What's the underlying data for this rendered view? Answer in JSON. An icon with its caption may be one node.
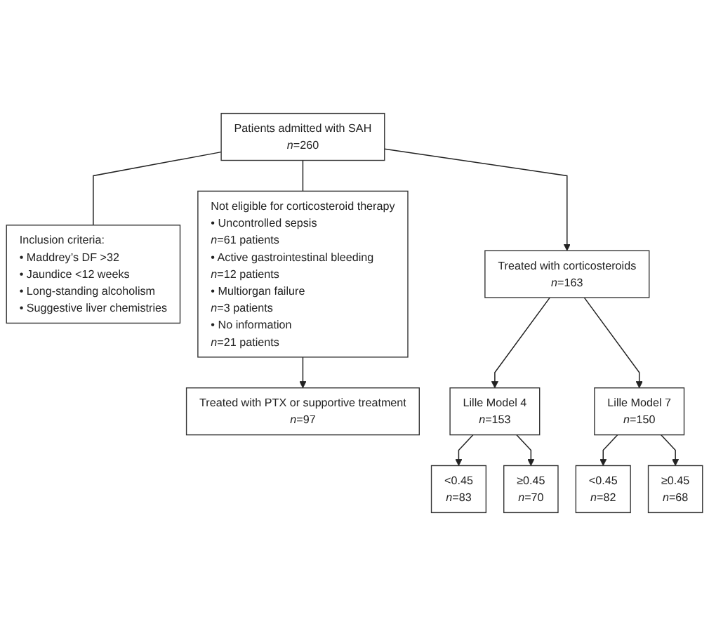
{
  "diagram": {
    "nodes": [
      {
        "text": [
          "Patients admitted with SAH",
          "*n*=260"
        ]
      },
      {
        "text": [
          "Inclusion criteria:",
          "• Maddrey’s DF >32",
          "• Jaundice <12 weeks",
          "• Long-standing alcoholism",
          "• Suggestive liver chemistries"
        ]
      },
      {
        "text": [
          "Not eligible for corticosteroid therapy",
          "• Uncontrolled sepsis",
          "*n*=61 patients",
          "• Active gastrointestinal bleeding",
          "*n*=12 patients",
          "• Multiorgan failure",
          "*n*=3 patients",
          "• No information",
          "*n*=21 patients"
        ]
      },
      {
        "text": [
          "Treated with corticosteroids",
          "*n*=163"
        ]
      },
      {
        "text": [
          "Treated with PTX or supportive treatment",
          "*n*=97"
        ]
      },
      {
        "text": [
          "Lille Model 4",
          "*n*=153"
        ]
      },
      {
        "text": [
          "Lille Model 7",
          "*n*=150"
        ]
      },
      {
        "text": [
          "<0.45",
          "*n*=83"
        ]
      },
      {
        "text": [
          "≥0.45",
          "*n*=70"
        ]
      },
      {
        "text": [
          "<0.45",
          "*n*=82"
        ]
      },
      {
        "text": [
          "≥0.45",
          "*n*=68"
        ]
      }
    ],
    "edges": [
      {
        "from": 0,
        "to": 1,
        "arrow": "none"
      },
      {
        "from": 0,
        "to": 3,
        "arrow": "to"
      },
      {
        "from": 0,
        "to": 2,
        "arrow": "none"
      },
      {
        "from": 2,
        "to": 4,
        "arrow": "to"
      },
      {
        "from": 3,
        "to": 5,
        "arrow": "to"
      },
      {
        "from": 3,
        "to": 6,
        "arrow": "to"
      },
      {
        "from": 5,
        "to": 7,
        "arrow": "to"
      },
      {
        "from": 5,
        "to": 8,
        "arrow": "to"
      },
      {
        "from": 6,
        "to": 9,
        "arrow": "to"
      },
      {
        "from": 6,
        "to": 10,
        "arrow": "to"
      }
    ]
  }
}
